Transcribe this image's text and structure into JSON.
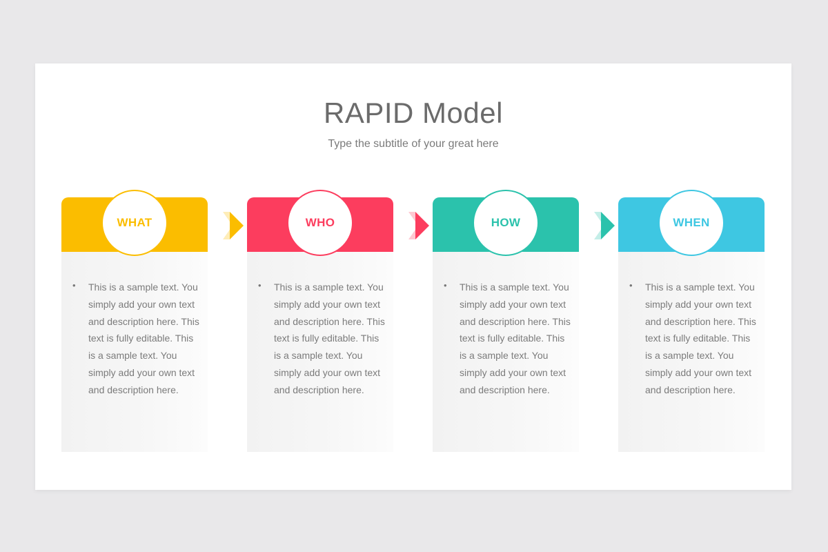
{
  "header": {
    "title": "RAPID Model",
    "subtitle": "Type the subtitle of your great here"
  },
  "colors": {
    "what": "#fbbd00",
    "who": "#fc3d5e",
    "how": "#2bc2ac",
    "when": "#3ec7e2"
  },
  "cards": [
    {
      "label": "WHAT",
      "bullet": "•",
      "text": "This is a sample text. You simply add your own text and description here. This text is fully editable. This is a sample text. You simply add your own text and description here."
    },
    {
      "label": "WHO",
      "bullet": "•",
      "text": "This is a sample text. You simply add your own text and description here. This text is fully editable. This is a sample text. You simply add your own text and description here."
    },
    {
      "label": "HOW",
      "bullet": "•",
      "text": "This is a sample text. You simply add your own text and description here. This text is fully editable. This is a sample text. You simply add your own text and description here."
    },
    {
      "label": "WHEN",
      "bullet": "•",
      "text": "This is a sample text. You simply add your own text and description here. This text is fully editable. This is a sample text. You simply add your own text and description here."
    }
  ],
  "arrows": [
    {
      "icon": "chevron-right-icon",
      "color": "#fbbd00"
    },
    {
      "icon": "chevron-right-icon",
      "color": "#fc3d5e"
    },
    {
      "icon": "chevron-right-icon",
      "color": "#2bc2ac"
    }
  ]
}
